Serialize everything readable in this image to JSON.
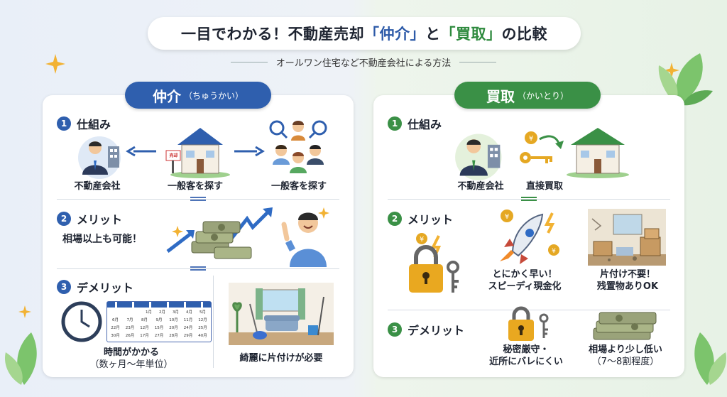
{
  "title": {
    "pre": "一目でわかる！不動産売却",
    "q1": "「仲介」",
    "mid": "と",
    "q2": "「買取」",
    "post": "の比較"
  },
  "subtitle": "オールワン住宅など不動産会社による方法",
  "left": {
    "header": "仲介",
    "header_reading": "（ちゅうかい）",
    "s1": {
      "num": "1",
      "title": "仕組み",
      "labels": [
        "不動産会社",
        "一般客を探す",
        "一般客を探す"
      ],
      "sign": "売却"
    },
    "s2": {
      "num": "2",
      "title": "メリット",
      "text": "相場以上も可能！"
    },
    "s3": {
      "num": "3",
      "title": "デメリット",
      "time1": "時間がかかる",
      "time2": "（数ヶ月〜年単位）",
      "clean": "綺麗に片付けが必要",
      "calendar": [
        [
          "1月",
          "2月",
          "3月",
          "4月",
          "5月"
        ],
        [
          "6月",
          "7月",
          "8月",
          "9月",
          "10月",
          "11月",
          "12月"
        ],
        [
          "22月",
          "23月",
          "12月",
          "15月",
          "20月",
          "24月",
          "25月"
        ],
        [
          "30月",
          "26月",
          "17月",
          "27月",
          "28月",
          "29月",
          "40月"
        ]
      ]
    }
  },
  "right": {
    "header": "買取",
    "header_reading": "（かいとり）",
    "s1": {
      "num": "1",
      "title": "仕組み",
      "labels": [
        "不動産会社",
        "直接買取"
      ]
    },
    "s2": {
      "num": "2",
      "title": "メリット",
      "fast1": "とにかく早い！",
      "fast2": "スピーディ現金化",
      "nojunk1": "片付け不要！",
      "nojunk2": "残置物ありOK"
    },
    "s3": {
      "num": "3",
      "title": "デメリット",
      "sec1": "秘密厳守・",
      "sec2": "近所にバレにくい",
      "low1": "相場より少し低い",
      "low2": "（7〜8割程度）"
    }
  },
  "colors": {
    "blue": "#2f5fae",
    "green": "#3a9046",
    "gold": "#e5a823"
  }
}
